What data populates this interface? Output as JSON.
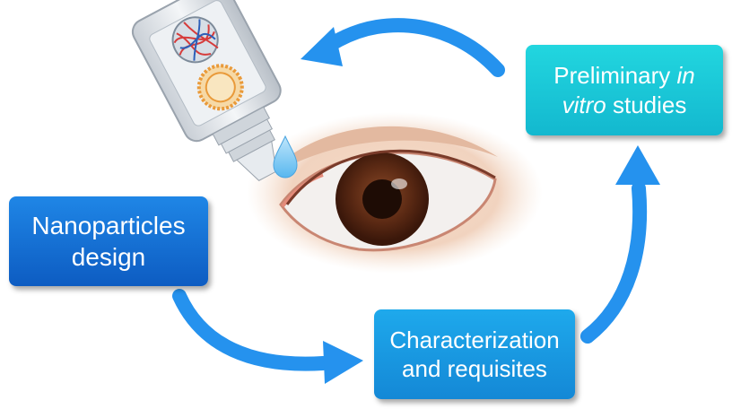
{
  "boxes": {
    "nanoparticles": {
      "line1": "Nanoparticles",
      "line2": "design",
      "color": "#1570d6"
    },
    "characterization": {
      "line1": "Characterization",
      "line2": "and requisites",
      "color": "#1a9ae0"
    },
    "preliminary": {
      "line1_a": "Preliminary ",
      "line1_b": "in",
      "line2_a": "vitro",
      "line2_b": " studies",
      "color": "#1cc6d8"
    }
  },
  "colors": {
    "arrow": "#2592ee",
    "iris": "#5c2a14",
    "skin": "#f1d3bf"
  },
  "icons": [
    "eye-drop-bottle-icon",
    "eye-icon",
    "nanoparticle-sphere-icon",
    "liposome-icon",
    "droplet-icon"
  ]
}
